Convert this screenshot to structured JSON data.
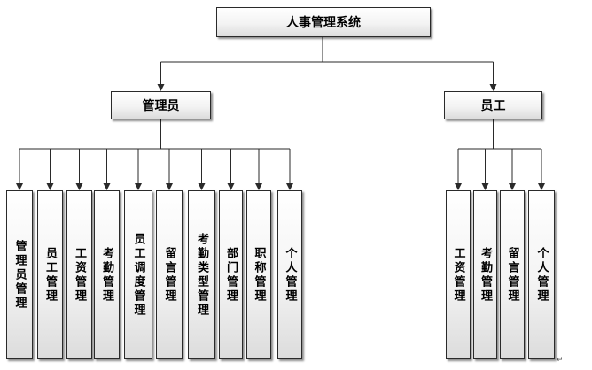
{
  "root": {
    "label": "人事管理系统"
  },
  "branches": [
    {
      "key": "admin",
      "label": "管理员",
      "children": [
        "管理员管理",
        "员工管理",
        "工资管理",
        "考勤管理",
        "员工调度管理",
        "留言管理",
        "考勤类型管理",
        "部门管理",
        "职称管理",
        "个人管理"
      ]
    },
    {
      "key": "employee",
      "label": "员工",
      "children": [
        "工资管理",
        "考勤管理",
        "留言管理",
        "个人管理"
      ]
    }
  ],
  "colors": {
    "line": "#2a2a2a",
    "box_border": "#2a2a2a"
  },
  "corner_mark": "↵"
}
